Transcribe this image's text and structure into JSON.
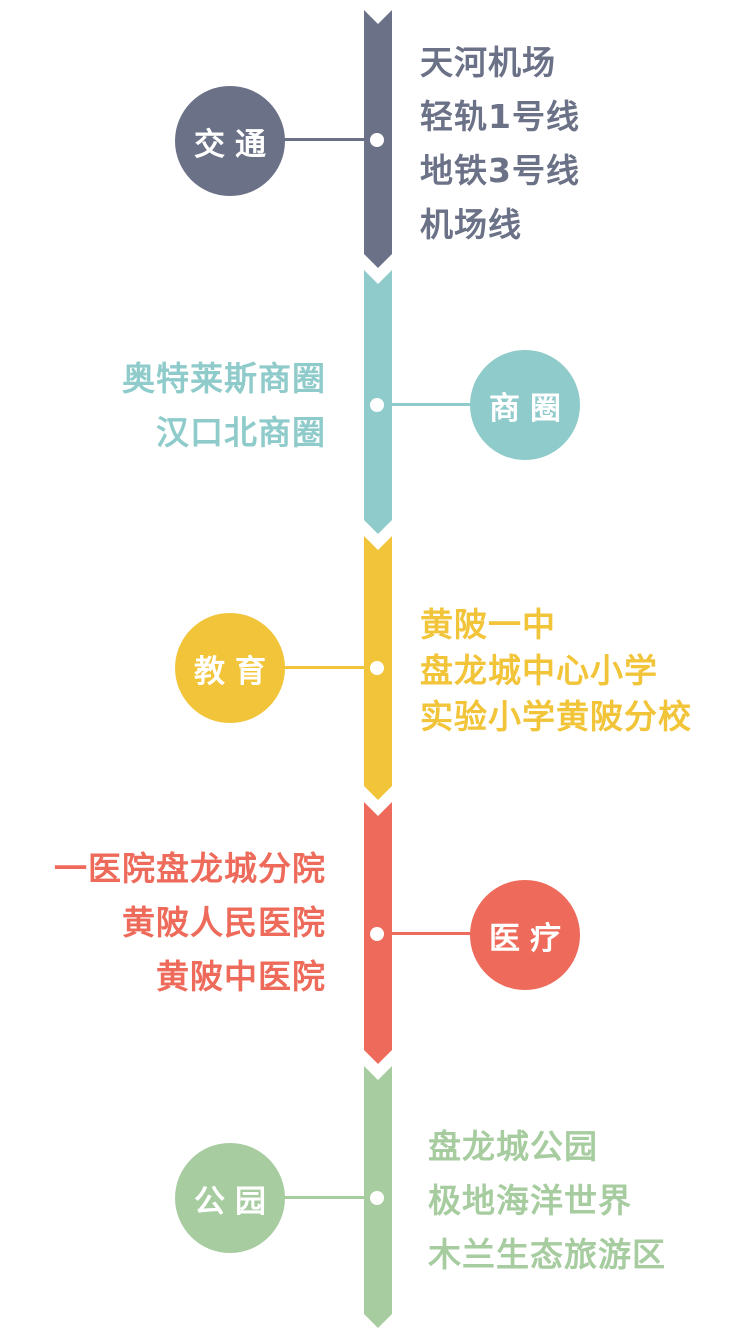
{
  "colors": {
    "transport": "#6b7186",
    "shopping": "#8fcbca",
    "education": "#f1c43a",
    "medical": "#ee6b5b",
    "park": "#a6cc9f"
  },
  "categories": [
    {
      "label": "交通",
      "items": [
        "天河机场",
        "轻轨1号线",
        "地铁3号线",
        "机场线"
      ]
    },
    {
      "label": "商圈",
      "items": [
        "奥特莱斯商圈",
        "汉口北商圈"
      ]
    },
    {
      "label": "教育",
      "items": [
        "黄陂一中",
        "盘龙城中心小学",
        "实验小学黄陂分校"
      ]
    },
    {
      "label": "医疗",
      "items": [
        "一医院盘龙城分院",
        "黄陂人民医院",
        "黄陂中医院"
      ]
    },
    {
      "label": "公园",
      "items": [
        "盘龙城公园",
        "极地海洋世界",
        "木兰生态旅游区"
      ]
    }
  ]
}
